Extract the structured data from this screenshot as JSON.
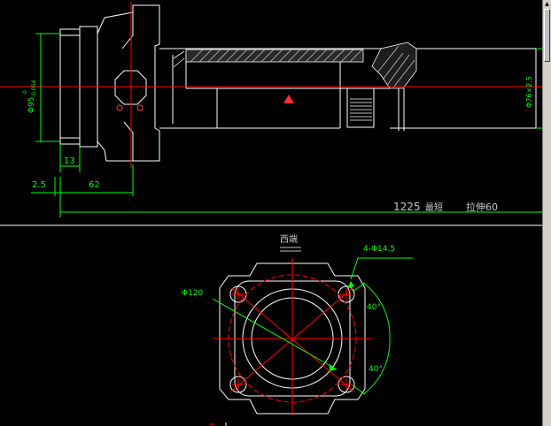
{
  "drawing": {
    "dims": {
      "d95": "Φ95",
      "tol95_top": "0",
      "tol95_bot": "-0.054",
      "len13": "13",
      "len2_5": "2.5",
      "len62": "62",
      "d76": "Φ76×2.5",
      "total": "1225",
      "total_note": "最短",
      "stretch_note": "拉伸60",
      "face_title": "西端",
      "bolt_holes": "4-Φ14.5",
      "d120": "Φ120",
      "ang_top": "40°",
      "ang_bot": "40°"
    }
  },
  "colors": {
    "background": "#000000",
    "outline": "#ffffff",
    "centerline": "#ff0000",
    "dimension": "#00ff00",
    "hatch": "#c0c0c0"
  }
}
